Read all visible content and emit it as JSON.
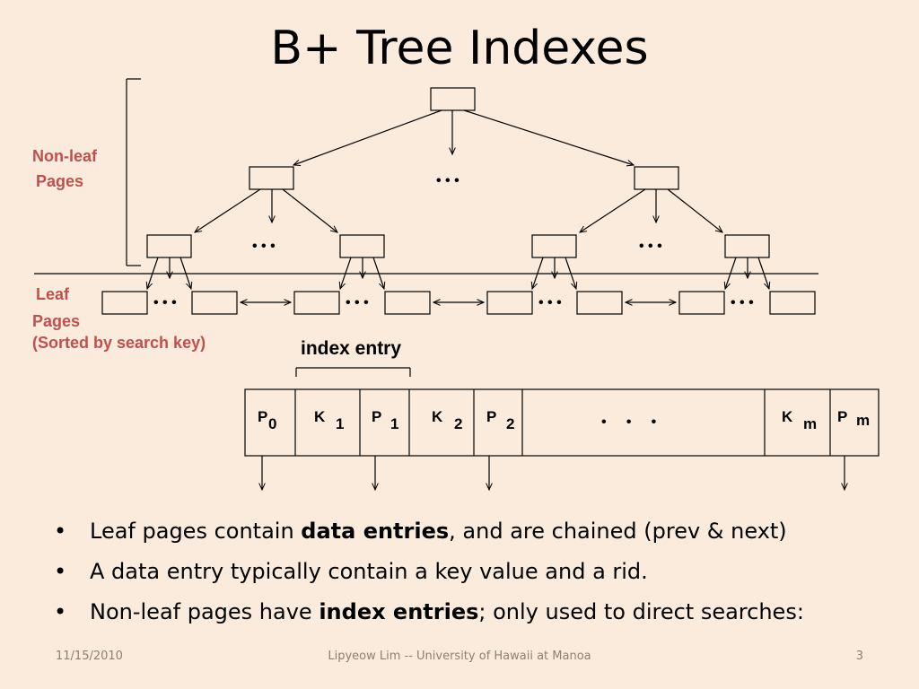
{
  "title": "B+ Tree Indexes",
  "labels": {
    "non_leaf_1": "Non-leaf",
    "non_leaf_2": "Pages",
    "leaf_1": "Leaf",
    "leaf_2": "Pages",
    "leaf_3": "(Sorted by search key)",
    "index_entry": "index entry",
    "ellipsis": "• • •",
    "entry_ellipsis": "•     •     •"
  },
  "index_entry_cells": [
    {
      "base": "P",
      "sub": "0"
    },
    {
      "base": "K",
      "sub": "1"
    },
    {
      "base": "P",
      "sub": "1"
    },
    {
      "base": "K",
      "sub": "2"
    },
    {
      "base": "P",
      "sub": "2"
    },
    {
      "base": "K",
      "sub": "m"
    },
    {
      "base": "P",
      "sub": "m"
    }
  ],
  "bullets": [
    {
      "pre": "Leaf pages contain ",
      "bold": "data entries",
      "post": ", and are chained (prev & next)"
    },
    {
      "pre": "A data entry typically contain a key value and a rid.",
      "bold": "",
      "post": ""
    },
    {
      "pre": "Non-leaf pages have ",
      "bold": "index entries",
      "post": "; only used to direct searches:"
    }
  ],
  "footer": {
    "date": "11/15/2010",
    "author": "Lipyeow Lim -- University of Hawaii at Manoa",
    "page": "3"
  },
  "colors": {
    "background": "#fbebdc",
    "label_red": "#c0504d",
    "footer_gray": "#8c7f74"
  }
}
